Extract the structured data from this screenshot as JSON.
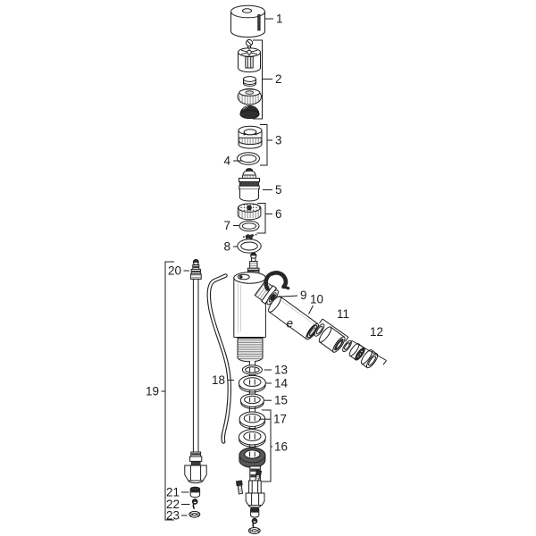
{
  "colors": {
    "line": "#1c1c1c",
    "dark_fill": "#2e2e2e",
    "background": "#ffffff"
  },
  "callouts": {
    "n1": "1",
    "n2": "2",
    "n3": "3",
    "n4": "4",
    "n5": "5",
    "n6": "6",
    "n7": "7",
    "n8": "8",
    "n9": "9",
    "n10": "10",
    "n11": "11",
    "n12": "12",
    "n13": "13",
    "n14": "14",
    "n15": "15",
    "n16": "16",
    "n17": "17",
    "n18": "18",
    "n19": "19",
    "n20": "20",
    "n21": "21",
    "n22": "22",
    "n23": "23",
    "tube_mark": "e"
  }
}
